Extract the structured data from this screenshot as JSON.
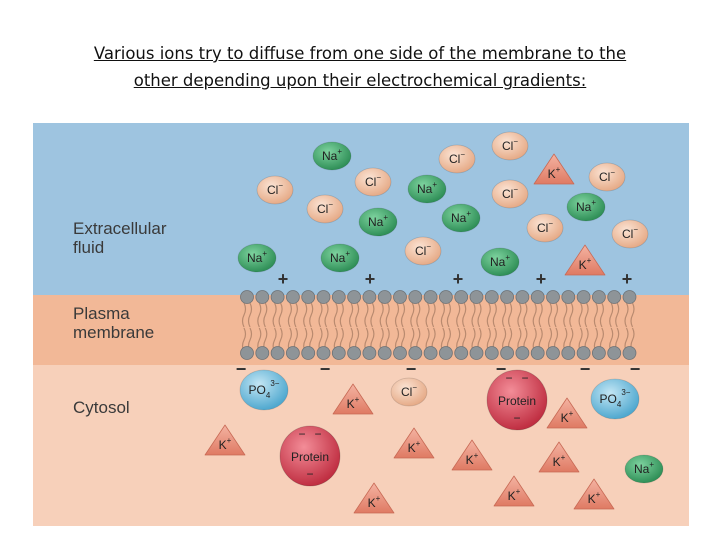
{
  "title": {
    "line1": "Various ions try to diffuse from one side of the membrane to the",
    "line2": "other depending upon their electrochemical gradients:"
  },
  "labels": {
    "extracellular_1": "Extracellular",
    "extracellular_2": "fluid",
    "membrane_1": "Plasma",
    "membrane_2": "membrane",
    "cytosol": "Cytosol"
  },
  "ions": {
    "na": "Na",
    "na_charge": "+",
    "cl": "Cl",
    "cl_charge": "−",
    "k": "K",
    "k_charge": "+",
    "po4": "PO",
    "po4_sub": "4",
    "po4_charge": "3−",
    "protein": "Protein"
  },
  "charges": {
    "positive": "+",
    "negative": "−"
  },
  "colors": {
    "extracellular": "#9cc3df",
    "membrane": "#f2b99a",
    "cytosol": "#f6cfb8",
    "na": "#3aa366",
    "cl": "#f0c4a7",
    "k": "#e9937d",
    "po4": "#7ec4e1",
    "protein": "#d8485a",
    "lipid_head": "#8e9498"
  }
}
